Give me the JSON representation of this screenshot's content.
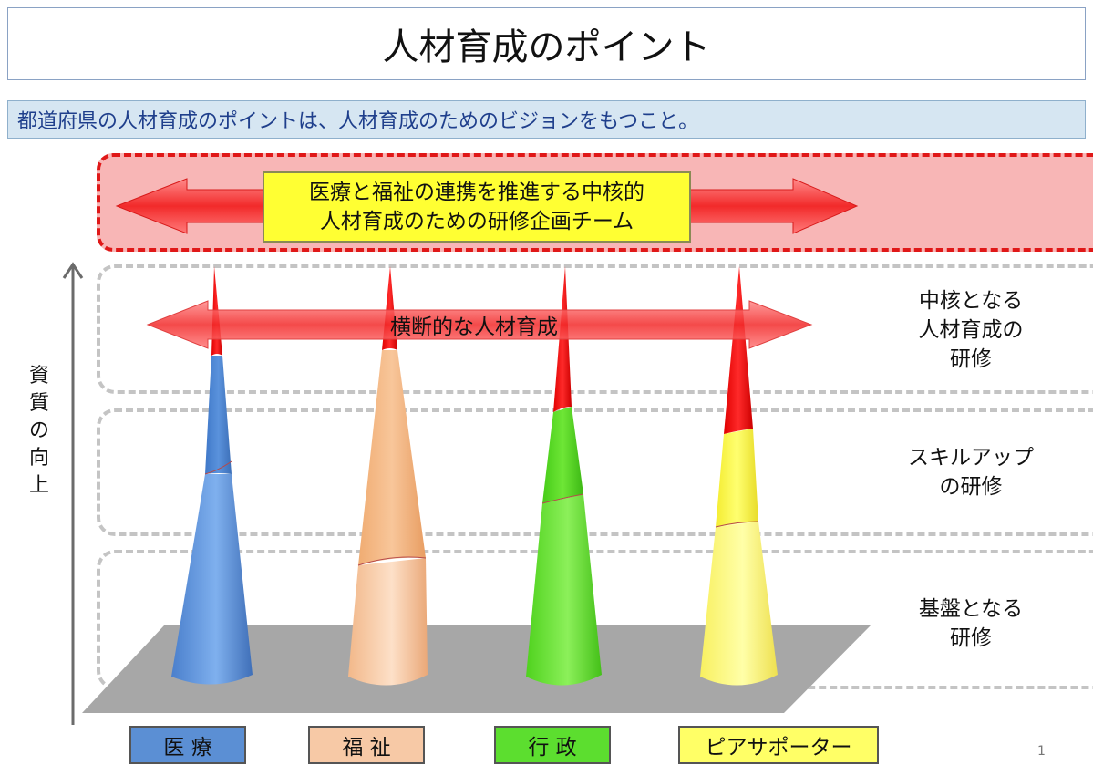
{
  "title": "人材育成のポイント",
  "subtitle": "都道府県の人材育成のポイントは、人材育成のためのビジョンをもつこと。",
  "team": {
    "line1": "医療と福祉の連携を推進する中核的",
    "line2": "人材育成のための研修企画チーム"
  },
  "cross_label": "横断的な人材育成",
  "levels": [
    {
      "lines": [
        "中核となる",
        "人材育成の",
        "研修"
      ]
    },
    {
      "lines": [
        "スキルアップ",
        "の研修"
      ]
    },
    {
      "lines": [
        "基盤となる",
        "研修"
      ]
    }
  ],
  "y_axis": {
    "chars": [
      "資",
      "質",
      "の",
      "向",
      "上"
    ]
  },
  "fields": [
    {
      "label": "医 療",
      "color": "#5b8fd4"
    },
    {
      "label": "福 祉",
      "color": "#f7c9a6"
    },
    {
      "label": "行 政",
      "color": "#5cde2f"
    },
    {
      "label": "ピアサポーター",
      "color": "#ffff66"
    }
  ],
  "colors": {
    "tip": "#ff0000",
    "team_zone": "#f8b6b6",
    "team_label": "#ffff33"
  },
  "page_number": "1"
}
